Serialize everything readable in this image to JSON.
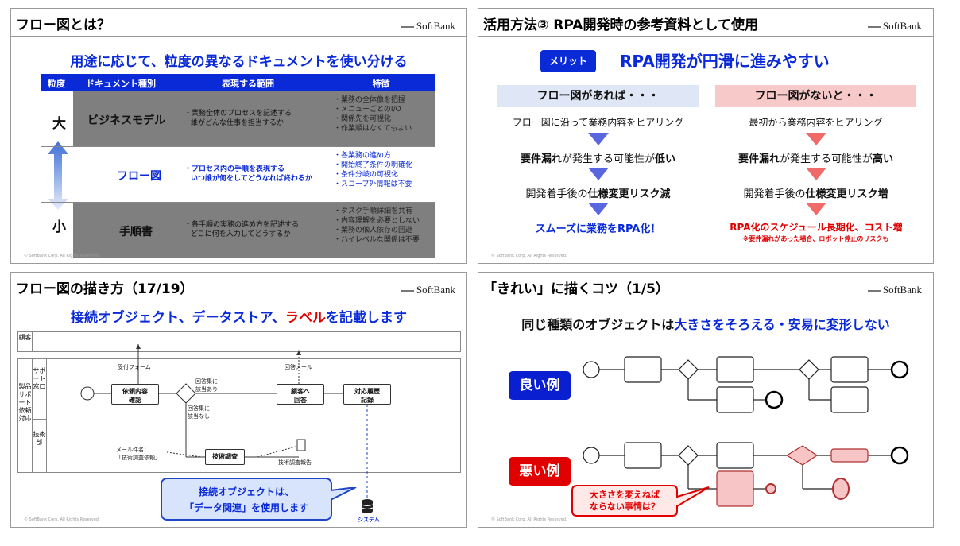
{
  "slide1": {
    "title": "フロー図とは？",
    "brand": "SoftBank",
    "heading": "用途に応じて、粒度の異なるドキュメントを使い分ける",
    "headers": [
      "粒度",
      "ドキュメント種別",
      "表現する範囲",
      "特徴"
    ],
    "level_large": "大",
    "level_small": "小",
    "rows": [
      {
        "type": "ビジネスモデル",
        "scope": [
          "・業務全体のプロセスを記述する",
          "誰がどんな仕事を担当するか"
        ],
        "features": [
          "・業務の全体像を把握",
          "・メニューごとのI/O",
          "・関係先を可視化",
          "・作業順はなくてもよい"
        ]
      },
      {
        "type": "フロー図",
        "scope": [
          "・プロセス内の手順を表現する",
          "いつ誰が何をしてどうなれば終わるか"
        ],
        "features": [
          "・各業務の進め方",
          "・開始終了条件の明確化",
          "・条件分岐の可視化",
          "・スコープ外情報は不要"
        ]
      },
      {
        "type": "手順書",
        "scope": [
          "・各手順の実務の進め方を記述する",
          "どこに何を入力してどうするか"
        ],
        "features": [
          "・タスク手順詳細を共有",
          "・内容理解を必要としない",
          "・業務の個人依存の回避",
          "・ハイレベルな関係は不要"
        ]
      }
    ],
    "copyright": "© SoftBank Corp. All Rights Reserved."
  },
  "slide2": {
    "title": "活用方法③ RPA開発時の参考資料として使用",
    "brand": "SoftBank",
    "merit_label": "メリット",
    "headline": "RPA開発が円滑に進みやすい",
    "left": {
      "header": "フロー図があれば・・・",
      "step1": "フロー図に沿って業務内容をヒアリング",
      "step2_bold": "要件漏れ",
      "step2_mid": "が発生する可能性が",
      "step2_end": "低い",
      "step3_pre": "開発着手後の",
      "step3_bold": "仕様変更リスク減",
      "result": "スムーズに業務をRPA化！"
    },
    "right": {
      "header": "フロー図がないと・・・",
      "step1": "最初から業務内容をヒアリング",
      "step2_bold": "要件漏れ",
      "step2_mid": "が発生する可能性が",
      "step2_end": "高い",
      "step3_pre": "開発着手後の",
      "step3_bold": "仕様変更リスク増",
      "result": "RPA化のスケジュール長期化、コスト増",
      "note": "※要件漏れがあった場合、ロボット停止のリスクも"
    },
    "colors": {
      "blue_header": "#dfe6f5",
      "red_header": "#f7c9c9",
      "blue_arrow": "#5a66e0",
      "red_arrow": "#f06a6a"
    },
    "copyright": "© SoftBank Corp. All Rights Reserved."
  },
  "slide3": {
    "title": "フロー図の描き方（17/19）",
    "brand": "SoftBank",
    "heading_pre": "接続オブジェクト、データストア、",
    "heading_red": "ラベル",
    "heading_post": "を記載します",
    "lane_customer": "顧客",
    "lane_group": "製品サポート依頼対応",
    "lane_support": "サポート窓口",
    "lane_tech": "技術部",
    "label_form": "受付フォーム",
    "box_confirm": [
      "依頼内容",
      "確認"
    ],
    "label_yes": [
      "回答集に",
      "該当あり"
    ],
    "label_no": [
      "回答集に",
      "該当なし"
    ],
    "label_mail": "回答メール",
    "box_answer": [
      "顧客へ",
      "回答"
    ],
    "box_record": [
      "対応履歴",
      "記録"
    ],
    "box_investigate": "技術調査",
    "label_subject": [
      "メール件名：",
      "「技術調査依頼」"
    ],
    "label_report": "技術調査報告",
    "callout": [
      "接続オブジェクトは、",
      "「データ関連」を使用します"
    ],
    "system_label": "システム",
    "copyright": "© SoftBank Corp. All Rights Reserved."
  },
  "slide4": {
    "title": "「きれい」に描くコツ（1/5）",
    "brand": "SoftBank",
    "heading_pre": "同じ種類のオブジェクトは",
    "heading_blue": "大きさをそろえる・安易に変形しない",
    "good_label": "良い例",
    "bad_label": "悪い例",
    "callout": [
      "大きさを変えねば",
      "ならない事情は？"
    ],
    "colors": {
      "good": "#0a1fd0",
      "bad": "#e00000",
      "pink": "#f7c5c5"
    },
    "copyright": "© SoftBank Corp. All Rights Reserved."
  }
}
